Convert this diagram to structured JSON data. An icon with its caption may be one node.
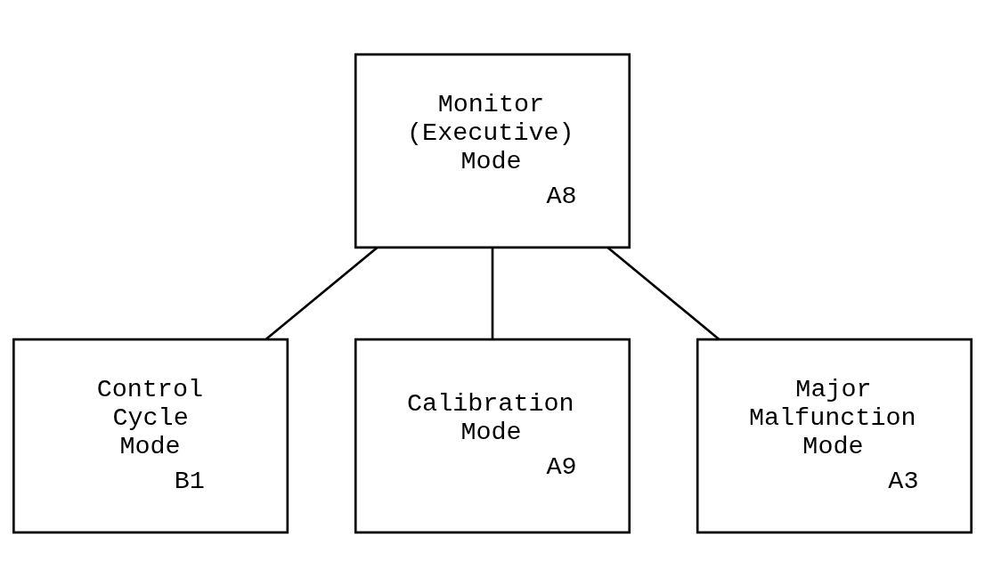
{
  "diagram": {
    "nodes": [
      {
        "text": [
          "Monitor (Executive) Mode",
          "A8"
        ]
      },
      {
        "text": [
          "Control Cycle Mode",
          "B1"
        ]
      },
      {
        "text": [
          "Calibration Mode",
          "A9"
        ]
      },
      {
        "text": [
          "Major Malfunction Mode",
          "A3"
        ]
      }
    ],
    "edges": [
      {
        "from": 0,
        "to": 1,
        "arrow": "none"
      },
      {
        "from": 0,
        "to": 2,
        "arrow": "none"
      },
      {
        "from": 0,
        "to": 3,
        "arrow": "none"
      }
    ]
  }
}
